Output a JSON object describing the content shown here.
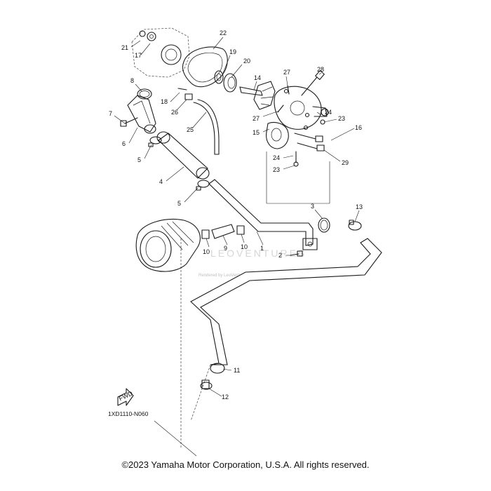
{
  "diagram": {
    "drawing_code": "1XD1110-N060",
    "fwd_label": "FWD",
    "watermark_text": "LEOVENTURES",
    "watermark_small": "Rendered by LeoVentures, Inc.",
    "part_numbers": [
      "1",
      "2",
      "3",
      "4",
      "5",
      "5",
      "6",
      "7",
      "8",
      "9",
      "10",
      "10",
      "11",
      "12",
      "13",
      "14",
      "15",
      "16",
      "17",
      "18",
      "19",
      "20",
      "21",
      "22",
      "23",
      "23",
      "24",
      "24",
      "25",
      "26",
      "27",
      "27",
      "28",
      "29"
    ]
  },
  "footer": {
    "copyright": "©2023 Yamaha Motor Corporation, U.S.A. All rights reserved."
  }
}
